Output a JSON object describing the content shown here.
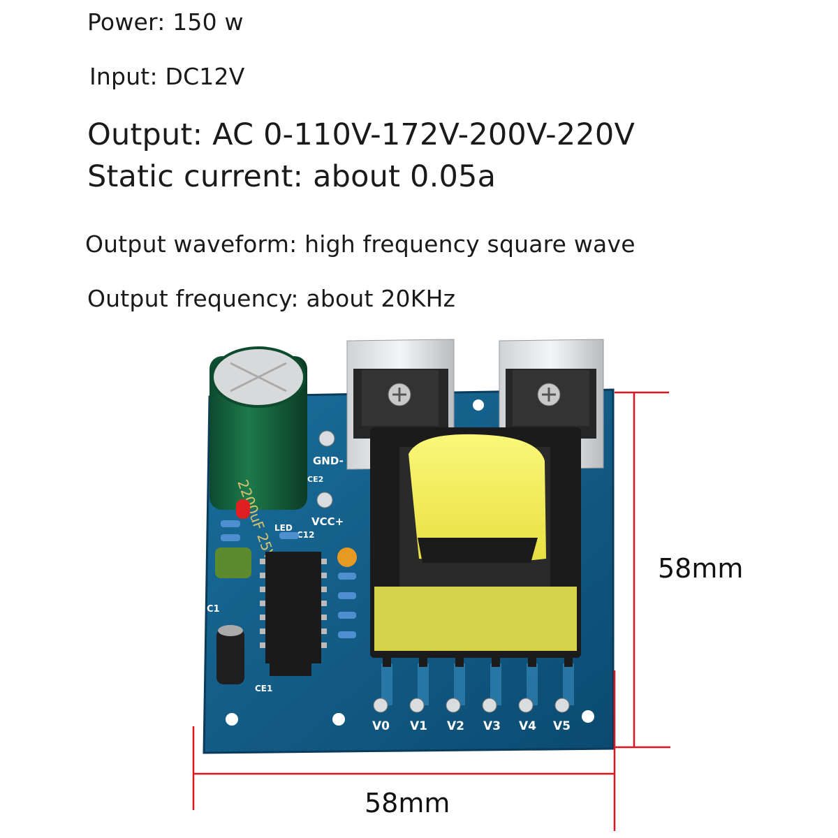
{
  "specs": {
    "power": "Power: 150 w",
    "input": "Input: DC12V",
    "output": "Output: AC 0-110V-172V-200V-220V",
    "static_current": "Static current: about 0.05a",
    "waveform": "Output waveform: high frequency square wave",
    "frequency": "Output frequency: about 20KHz"
  },
  "dimensions": {
    "height": "58mm",
    "width": "58mm",
    "line_color": "#e0141e"
  },
  "board": {
    "pcb_color": "#0e5a86",
    "capacitor_label": "2200uF 25V",
    "silkscreen": {
      "gnd": "GND-",
      "vcc": "VCC+",
      "led": "LED",
      "ce1": "CE1",
      "ce2": "CE2",
      "c12": "C12",
      "c1": "C1"
    },
    "outputs": [
      "V0",
      "V1",
      "V2",
      "V3",
      "V4",
      "V5"
    ]
  }
}
